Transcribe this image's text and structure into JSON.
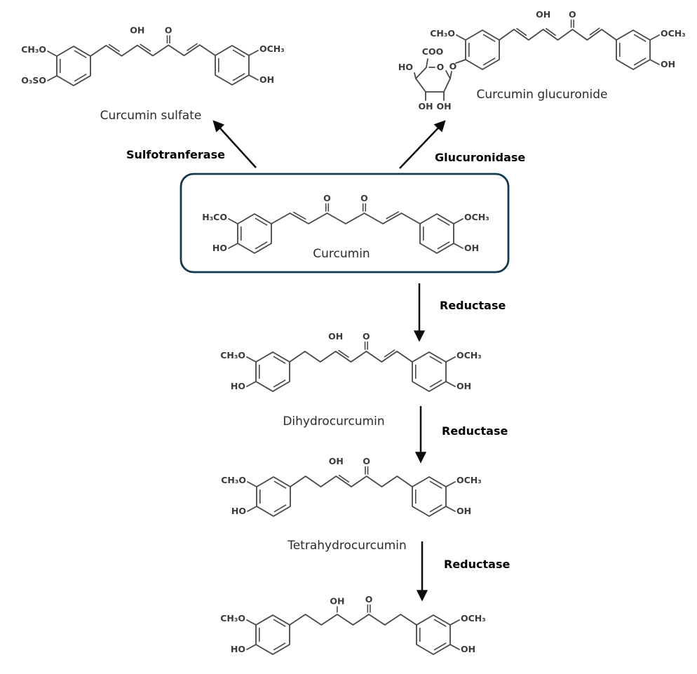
{
  "colors": {
    "box_border": "#14384e",
    "bond": "#474747",
    "atom_text": "#3a3a3a",
    "name_text": "#2b2b2b",
    "arrow": "#0c0c0c"
  },
  "compounds": {
    "sulfate": {
      "name": "Curcumin sulfate",
      "labels": {
        "ml": "CH₃O",
        "hl": "O₃SO",
        "oh": "OH",
        "o": "O",
        "mr": "OCH₃",
        "hr": "OH"
      }
    },
    "glucuronide": {
      "name": "Curcumin glucuronide",
      "labels": {
        "ml": "CH₃O",
        "oh": "OH",
        "o": "O",
        "mr": "OCH₃",
        "hr": "OH",
        "coo": "COO",
        "sugar_ho": "HO",
        "ring_o": "O",
        "link_o": "O",
        "sugar_oh1": "OH",
        "sugar_oh2": "OH"
      }
    },
    "curcumin": {
      "name": "Curcumin",
      "labels": {
        "ml": "H₃CO",
        "hl": "HO",
        "o": "O",
        "o2": "O",
        "mr": "OCH₃",
        "hr": "OH"
      }
    },
    "dihydro": {
      "name": "Dihydrocurcumin",
      "labels": {
        "ml": "CH₃O",
        "hl": "HO",
        "oh": "OH",
        "o": "O",
        "mr": "OCH₃",
        "hr": "OH"
      }
    },
    "tetrahydro": {
      "name": "Tetrahydrocurcumin",
      "labels": {
        "ml": "CH₃O",
        "hl": "HO",
        "oh": "OH",
        "o": "O",
        "mr": "OCH₃",
        "hr": "OH"
      }
    },
    "hexahydro": {
      "labels": {
        "ml": "CH₃O",
        "hl": "HO",
        "oh": "OH",
        "o": "O",
        "mr": "OCH₃",
        "hr": "OH"
      }
    }
  },
  "enzymes": {
    "sulfotransferase": "Sulfotranferase",
    "glucuronidase": "Glucuronidase",
    "reductase_1": "Reductase",
    "reductase_2": "Reductase",
    "reductase_3": "Reductase"
  }
}
